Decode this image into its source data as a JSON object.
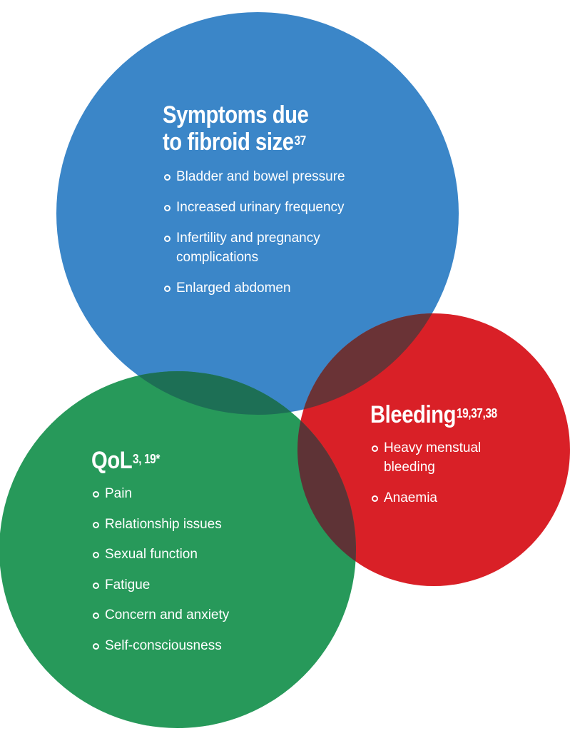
{
  "colors": {
    "blue": "#3b86c8",
    "red": "#d92027",
    "green": "#27995a",
    "blue_red_overlap": "#6a3336",
    "blue_green_overlap": "#1d6f55",
    "red_green_overlap": "#5e3336",
    "text": "#ffffff"
  },
  "diagram": {
    "type": "venn",
    "circles": [
      {
        "id": "size",
        "heading": "Symptoms due",
        "heading_line2": "to fibroid size",
        "superscript": "37",
        "items": [
          "Bladder and bowel pressure",
          "Increased urinary frequency",
          "Infertility and pregnancy",
          "Enlarged abdomen"
        ],
        "item_continuation": "complications"
      },
      {
        "id": "bleeding",
        "heading": "Bleeding",
        "superscript": "19,37,38",
        "items": [
          "Heavy menstual",
          "Anaemia"
        ],
        "item_continuation": "bleeding"
      },
      {
        "id": "qol",
        "heading": "QoL",
        "superscript": "3, 19*",
        "items": [
          "Pain",
          "Relationship issues",
          "Sexual function",
          "Fatigue",
          "Concern and anxiety",
          "Self-consciousness"
        ]
      }
    ]
  }
}
